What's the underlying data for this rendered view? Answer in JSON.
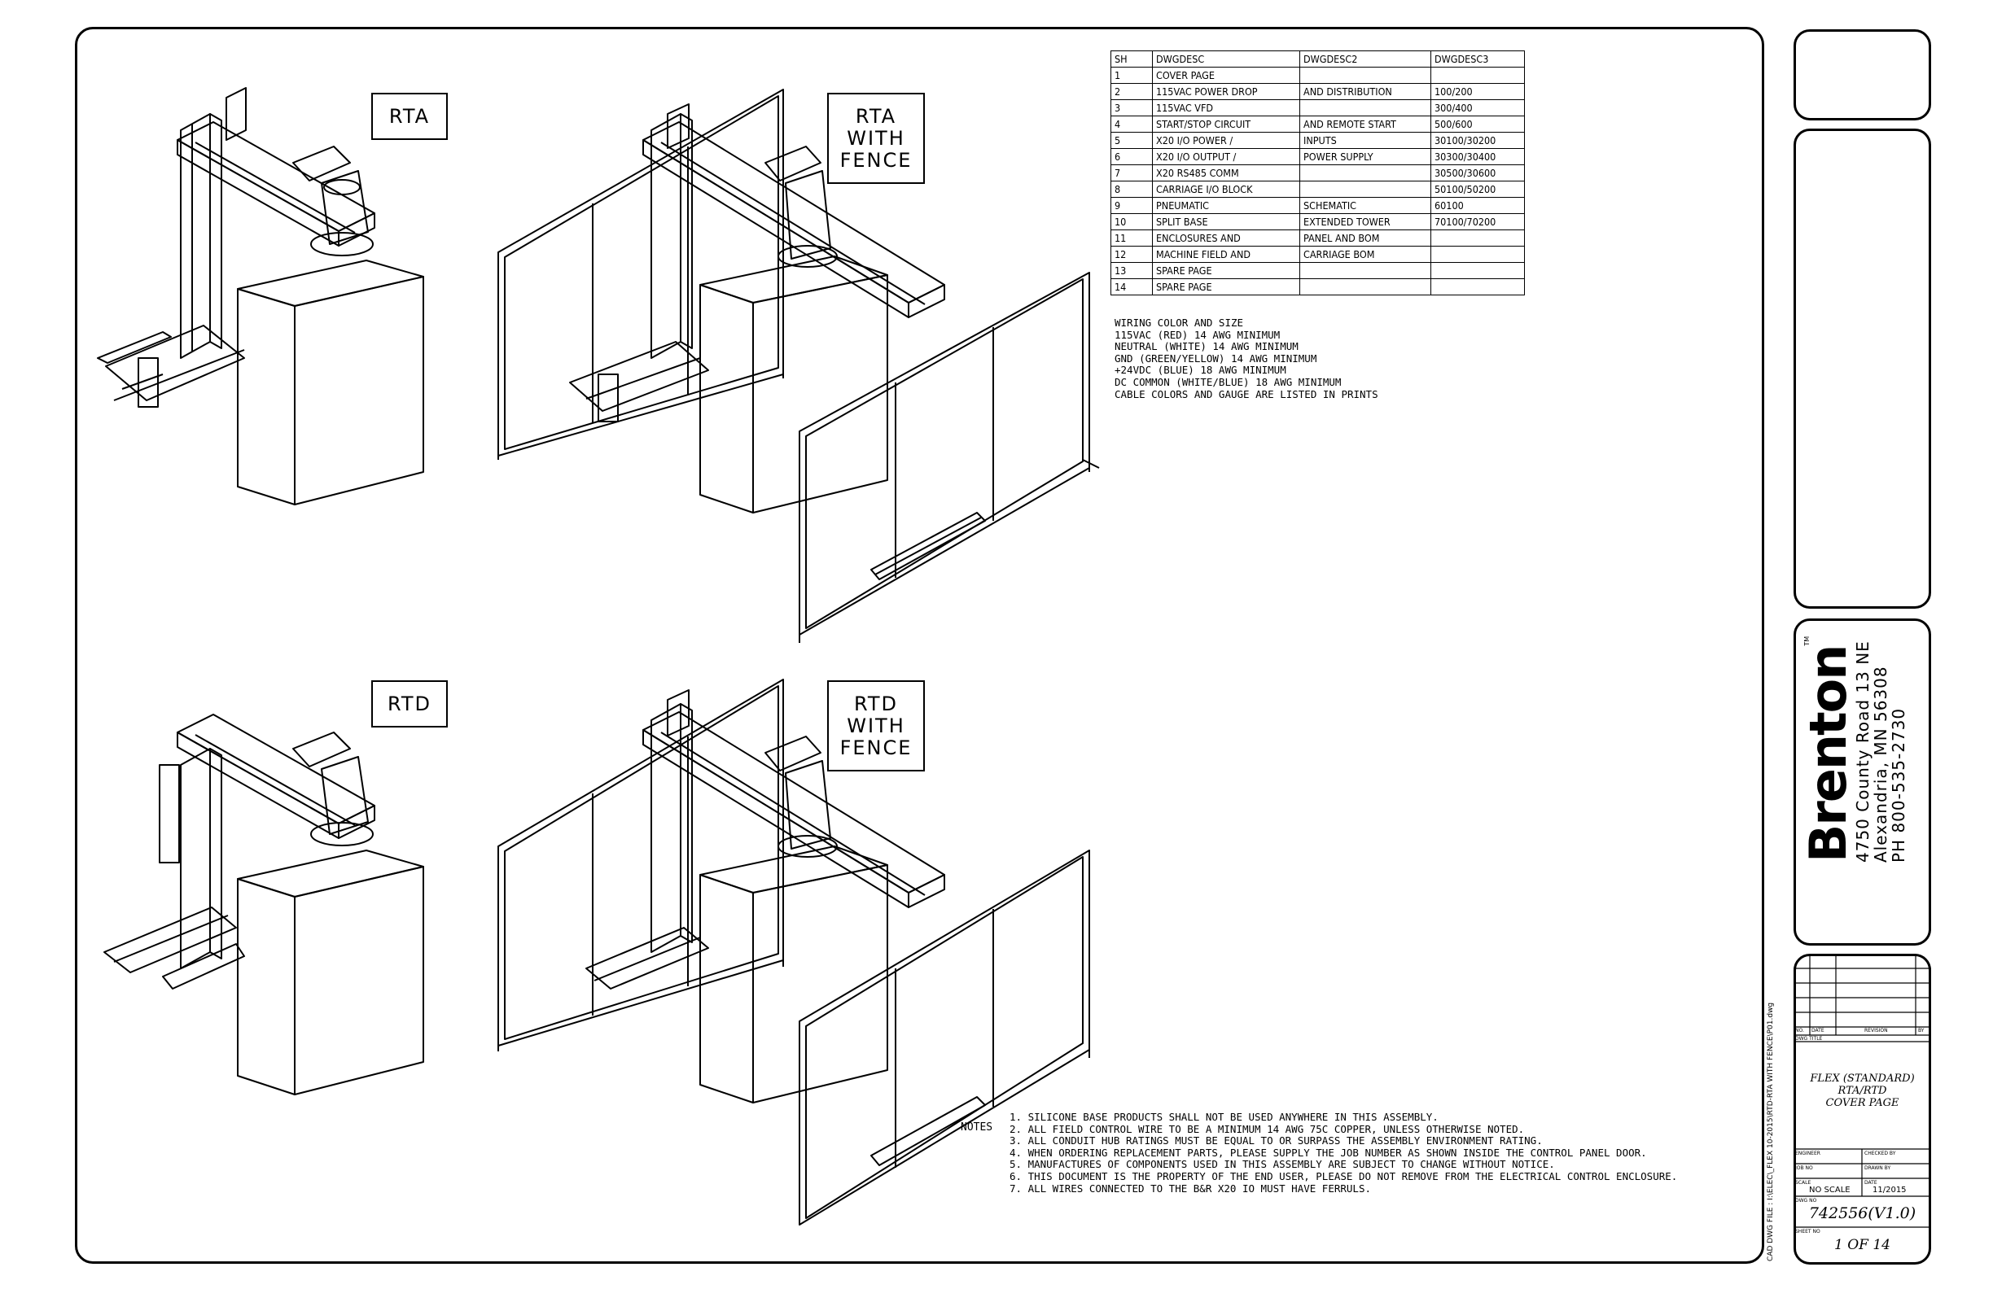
{
  "labels": {
    "rta": "RTA",
    "rta_fence": "RTA\nWITH\nFENCE",
    "rtd": "RTD",
    "rtd_fence": "RTD\nWITH\nFENCE"
  },
  "sheet_table": {
    "headers": [
      "SH",
      "DWGDESC",
      "DWGDESC2",
      "DWGDESC3"
    ],
    "rows": [
      [
        "1",
        "COVER PAGE",
        "",
        ""
      ],
      [
        "2",
        "115VAC POWER DROP",
        "AND DISTRIBUTION",
        "100/200"
      ],
      [
        "3",
        "115VAC VFD",
        "",
        "300/400"
      ],
      [
        "4",
        "START/STOP CIRCUIT",
        "AND REMOTE START",
        "500/600"
      ],
      [
        "5",
        "X20 I/O POWER /",
        "INPUTS",
        "30100/30200"
      ],
      [
        "6",
        "X20 I/O OUTPUT /",
        "POWER SUPPLY",
        "30300/30400"
      ],
      [
        "7",
        "X20 RS485 COMM",
        "",
        "30500/30600"
      ],
      [
        "8",
        "CARRIAGE I/O BLOCK",
        "",
        "50100/50200"
      ],
      [
        "9",
        "PNEUMATIC",
        "SCHEMATIC",
        "60100"
      ],
      [
        "10",
        "SPLIT BASE",
        "EXTENDED TOWER",
        "70100/70200"
      ],
      [
        "11",
        "ENCLOSURES AND",
        "PANEL AND BOM",
        ""
      ],
      [
        "12",
        "MACHINE FIELD AND",
        "CARRIAGE BOM",
        ""
      ],
      [
        "13",
        "SPARE PAGE",
        "",
        ""
      ],
      [
        "14",
        "SPARE PAGE",
        "",
        ""
      ]
    ]
  },
  "wiring": [
    "WIRING COLOR AND SIZE",
    "115VAC (RED) 14 AWG MINIMUM",
    "NEUTRAL (WHITE) 14 AWG MINIMUM",
    "GND (GREEN/YELLOW) 14 AWG MINIMUM",
    "+24VDC (BLUE) 18 AWG MINIMUM",
    "DC COMMON (WHITE/BLUE) 18 AWG MINIMUM",
    "CABLE COLORS AND GAUGE ARE LISTED IN PRINTS"
  ],
  "notes_title": "NOTES",
  "notes": [
    "1. SILICONE BASE PRODUCTS SHALL NOT BE USED ANYWHERE IN THIS ASSEMBLY.",
    "2. ALL FIELD CONTROL WIRE TO BE A MINIMUM 14 AWG 75C COPPER, UNLESS OTHERWISE NOTED.",
    "3. ALL CONDUIT HUB RATINGS MUST BE EQUAL TO OR SURPASS THE ASSEMBLY ENVIRONMENT RATING.",
    "4. WHEN ORDERING REPLACEMENT PARTS, PLEASE SUPPLY THE JOB NUMBER AS SHOWN INSIDE THE CONTROL PANEL DOOR.",
    "5. MANUFACTURES OF COMPONENTS USED IN THIS ASSEMBLY ARE SUBJECT TO CHANGE WITHOUT NOTICE.",
    "6. THIS DOCUMENT IS THE PROPERTY OF THE END USER, PLEASE DO NOT REMOVE FROM THE ELECTRICAL CONTROL ENCLOSURE.",
    "7. ALL WIRES CONNECTED TO THE B&R X20 IO MUST HAVE FERRULS."
  ],
  "company": {
    "name": "Brenton",
    "tm": "TM",
    "address1": "4750 County Road 13 NE",
    "address2": "Alexandria, MN 56308",
    "phone": "PH 800-535-2730"
  },
  "title_block": {
    "rev_headers": {
      "no": "NO.",
      "date": "DATE",
      "revision": "REVISION",
      "by": "BY"
    },
    "dwg_title_label": "DWG TITLE",
    "title1": "FLEX (STANDARD)",
    "title2": "RTA/RTD",
    "title3": "COVER PAGE",
    "engineer_label": "ENGINEER",
    "checked_label": "CHECKED BY",
    "job_label": "JOB NO",
    "drawn_label": "DRAWN BY",
    "scale_label": "SCALE",
    "scale_value": "NO SCALE",
    "date_label": "DATE",
    "date_value": "11/2015",
    "dwg_no_label": "DWG NO",
    "dwg_no": "742556(V1.0)",
    "sheet_label": "SHEET NO",
    "sheet": "1 OF 14"
  },
  "side_path": "CAD DWG FILE : I:\\ELEC\\_FLEX 10-2015\\RTD-RTA WITH FENCE\\P01.dwg"
}
